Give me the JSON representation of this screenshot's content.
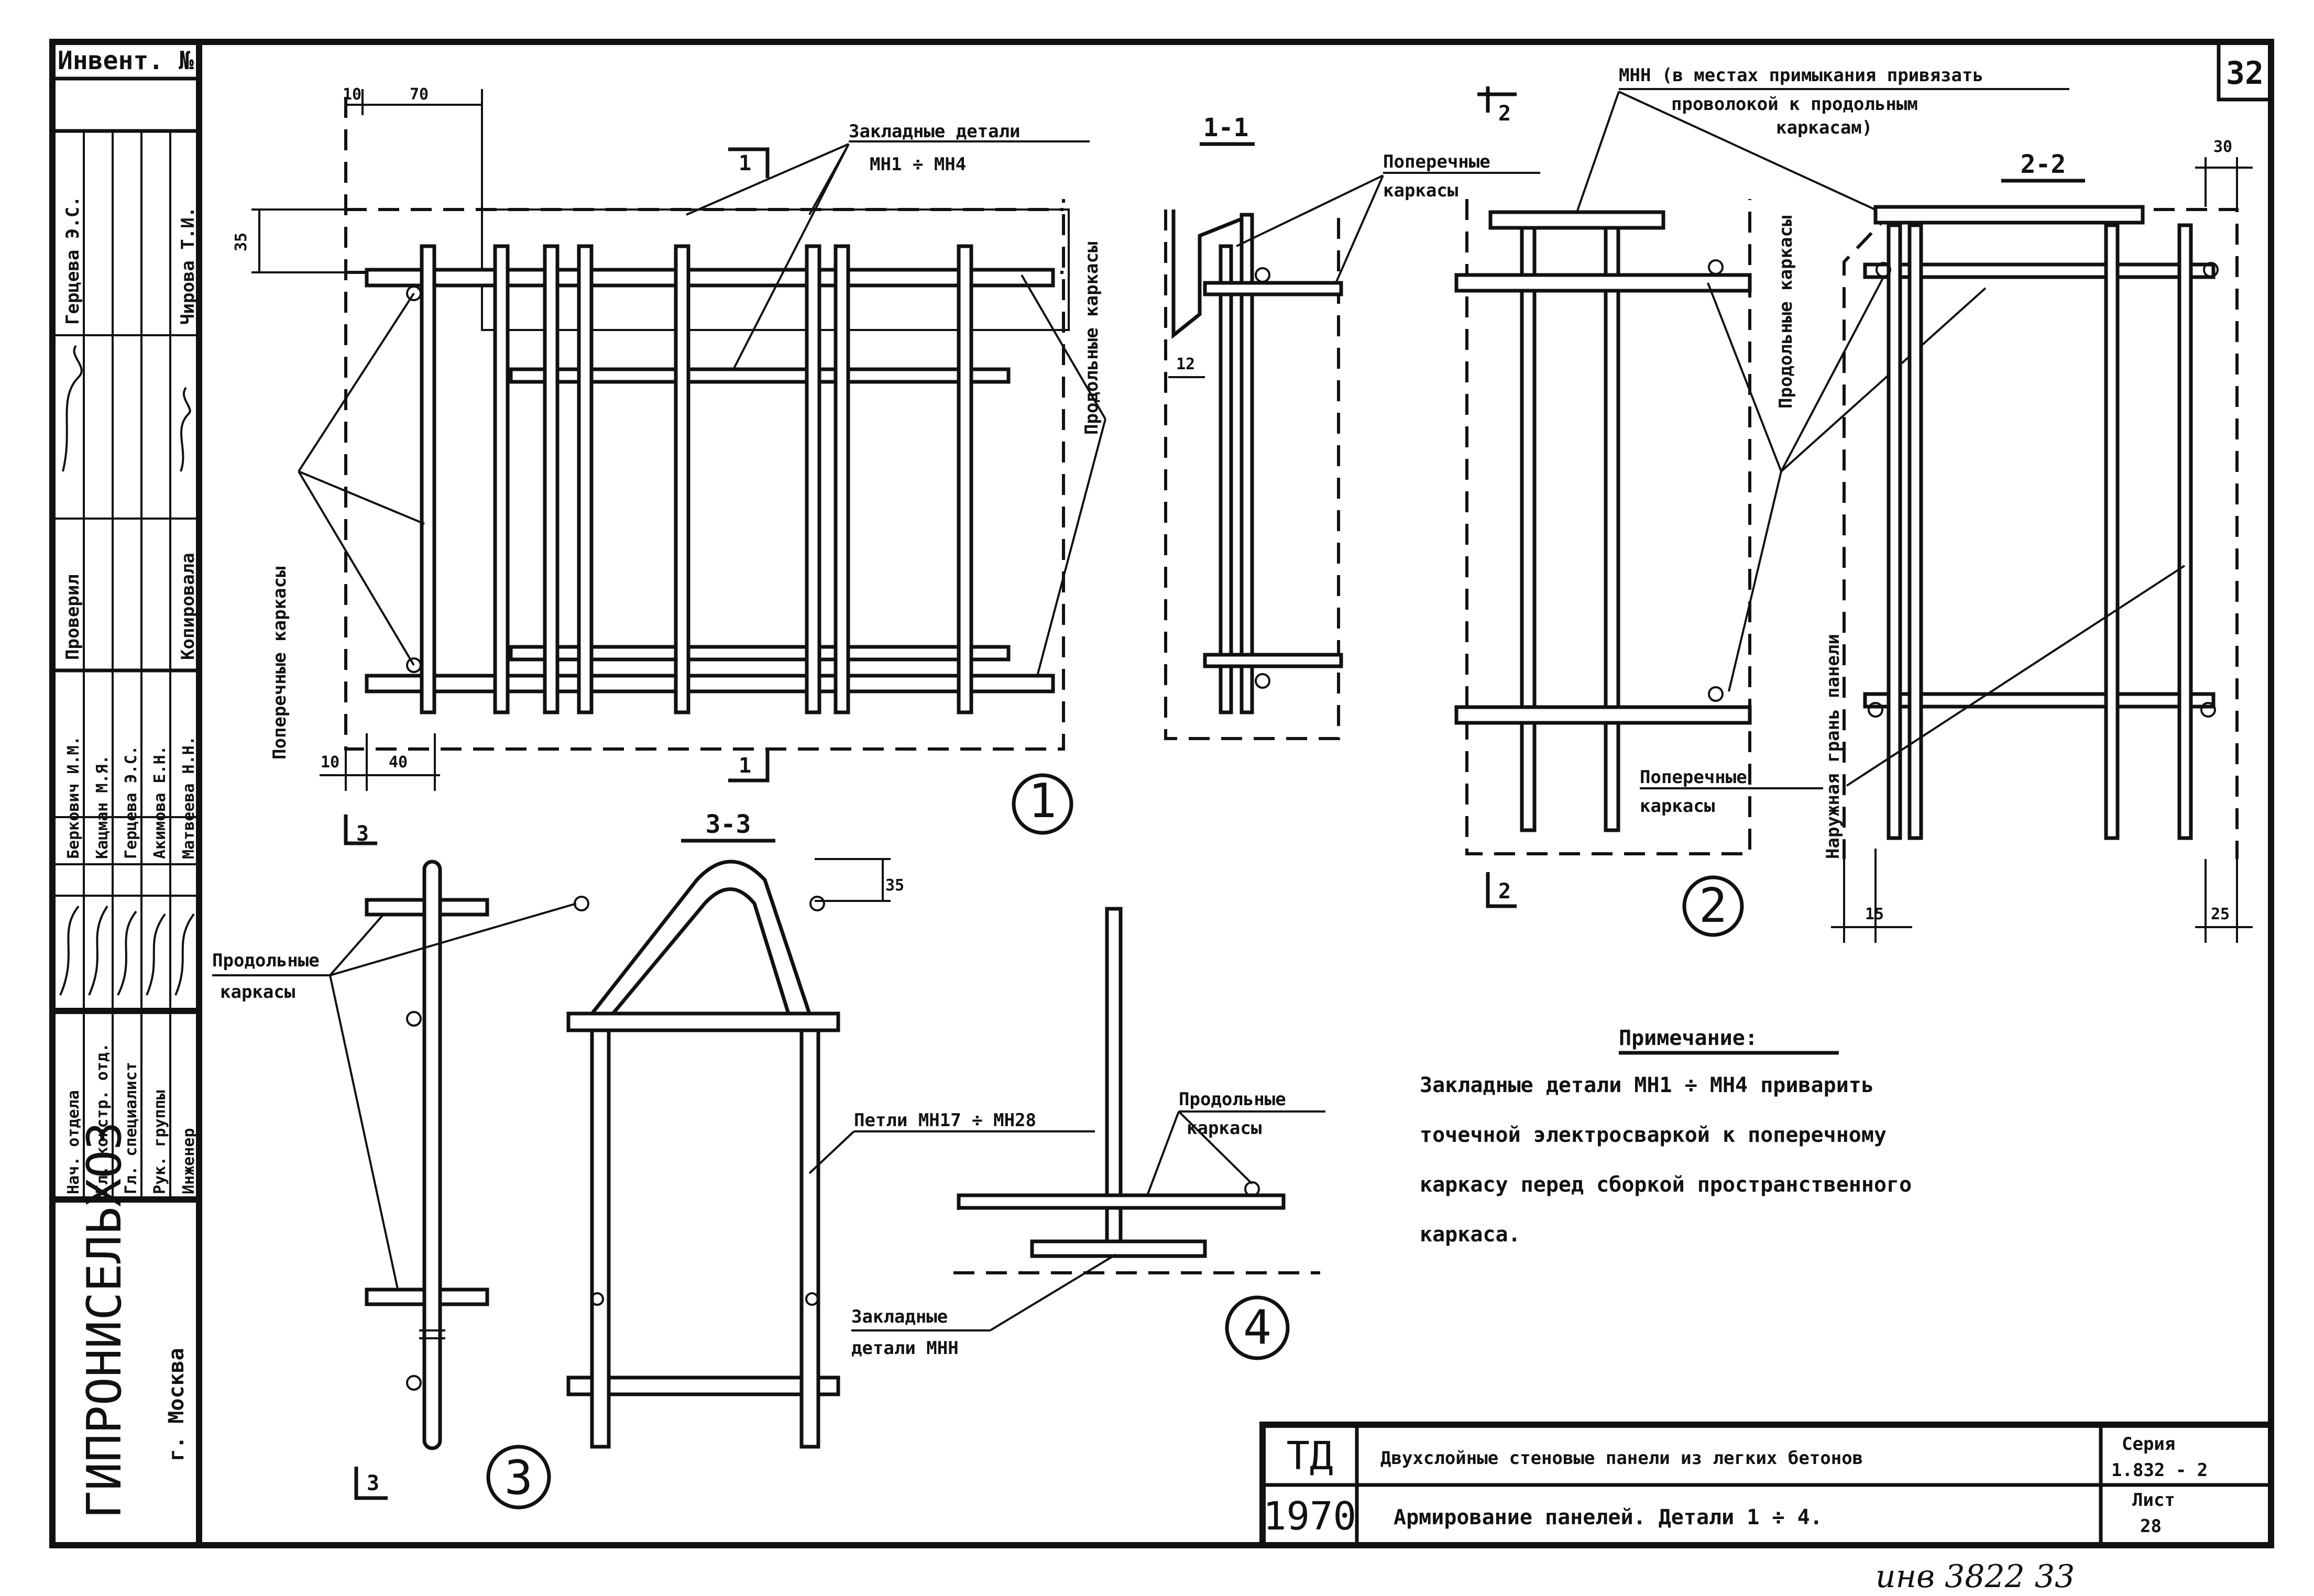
{
  "sheet": {
    "corner_number": "32",
    "inventory_label": "Инвент. №",
    "bottom_handwriting": "инв 3822   33"
  },
  "left_strip": {
    "top_names": [
      "Герцева Э.С.",
      "Чирова Т.И."
    ],
    "top_roles": [
      "Проверил",
      "Копировала"
    ],
    "staff_names": [
      "Беркович И.М.",
      "Кацман М.Я.",
      "Герцева Э.С.",
      "Акимова Е.Н.",
      "Матвеева Н.Н."
    ],
    "staff_roles": [
      "Нач. отдела",
      "Гл. констр. отд.",
      "Гл. специалист",
      "Рук. группы",
      "Инженер"
    ],
    "organization": "ГИПРОНИСЕЛЬХОЗ",
    "city": "г. Москва"
  },
  "detail1": {
    "circle_label": "1",
    "dims": [
      "10",
      "70",
      "35",
      "10",
      "40"
    ],
    "section_marks": [
      "1",
      "1"
    ],
    "labels": {
      "embedded": "Закладные детали",
      "embedded_range": "МН1 ÷ МН4",
      "longitudinal": "Продольные каркасы",
      "transverse": "Поперечные каркасы"
    }
  },
  "section11": {
    "title": "1-1",
    "dims": [
      "12"
    ],
    "label_line1": "Поперечные",
    "label_line2": "каркасы"
  },
  "detail2": {
    "circle_label": "2",
    "section_marks": [
      "2",
      "2"
    ],
    "top_note_line1": "МНН (в местах примыкания привязать",
    "top_note_line2": "проволокой к продольным",
    "top_note_line3": "каркасам)",
    "longitudinal": "Продольные каркасы",
    "transverse_line1": "Поперечные",
    "transverse_line2": "каркасы"
  },
  "section22": {
    "title": "2-2",
    "dims": [
      "30",
      "15",
      "25"
    ],
    "outer_face": "Наружная грань панели"
  },
  "detail3": {
    "circle_label": "3",
    "section_marks": [
      "3",
      "3"
    ],
    "label_line1": "Продольные",
    "label_line2": "каркасы"
  },
  "section33": {
    "title": "3-3",
    "dims": [
      "35"
    ],
    "loops_label": "Петли МН17 ÷ МН28",
    "embedded_line1": "Закладные",
    "embedded_line2": "детали МНН"
  },
  "detail4": {
    "circle_label": "4",
    "label_line1": "Продольные",
    "label_line2": "каркасы"
  },
  "note": {
    "heading": "Примечание:",
    "lines": [
      "Закладные детали МН1 ÷ МН4 приварить",
      "точечной электросваркой к поперечному",
      "каркасу перед сборкой пространственного",
      "каркаса."
    ]
  },
  "title_block": {
    "td": "ТД",
    "year": "1970",
    "title_line1": "Двухслойные стеновые панели из легких бетонов",
    "title_line2": "Армирование панелей. Детали 1 ÷ 4.",
    "series_label": "Серия",
    "series_value": "1.832 - 2",
    "sheet_label": "Лист",
    "sheet_value": "28"
  }
}
